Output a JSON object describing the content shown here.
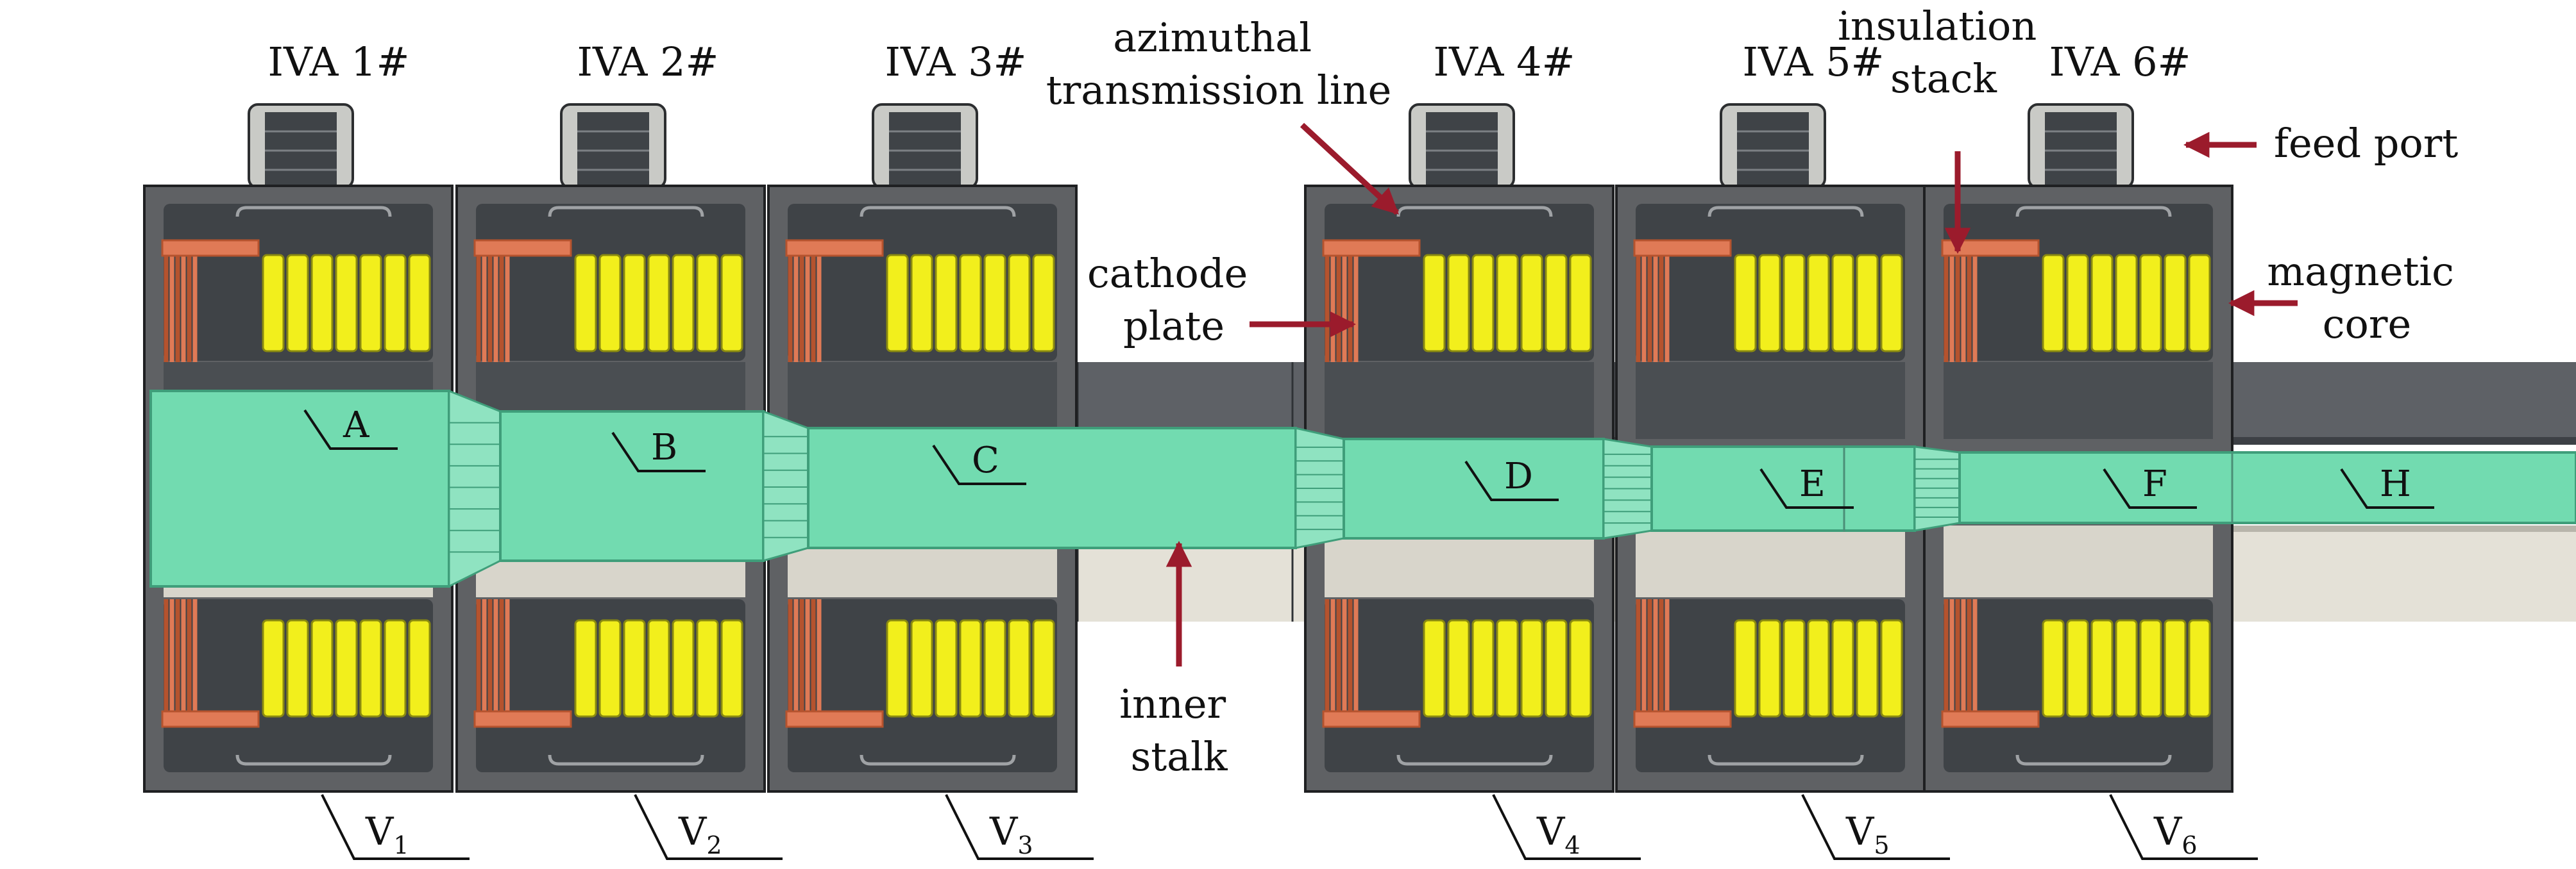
{
  "modules": [
    {
      "label": "IVA 1#",
      "voltage": "V",
      "voltage_sub": "1"
    },
    {
      "label": "IVA 2#",
      "voltage": "V",
      "voltage_sub": "2"
    },
    {
      "label": "IVA 3#",
      "voltage": "V",
      "voltage_sub": "3"
    },
    {
      "label": "IVA 4#",
      "voltage": "V",
      "voltage_sub": "4"
    },
    {
      "label": "IVA 5#",
      "voltage": "V",
      "voltage_sub": "5"
    },
    {
      "label": "IVA 6#",
      "voltage": "V",
      "voltage_sub": "6"
    }
  ],
  "segments": [
    "A",
    "B",
    "C",
    "D",
    "E",
    "F",
    "H"
  ],
  "annotations": {
    "azimuthal_line": [
      "azimuthal",
      "transmission line"
    ],
    "insulation_stack": [
      "insulation",
      "stack"
    ],
    "feed_port": [
      "feed port"
    ],
    "cathode_plate": [
      "cathode",
      "plate"
    ],
    "magnetic_core": [
      "magnetic",
      "core"
    ],
    "inner_stalk": [
      "inner",
      "stalk"
    ]
  },
  "colors": {
    "housing": "#5f6164",
    "housing_light": "#c9cac6",
    "cavity": "#3f4347",
    "insulator": "#b5532e",
    "insulator_light": "#e07a56",
    "core": "#f2ef1c",
    "core_edge": "#8a8a10",
    "stalk": "#72dbb0",
    "stalk_edge": "#3f9e7a",
    "bore_dark": "#5e6166",
    "bore_light": "#e4e1d7",
    "arrow": "#9b1b2c"
  }
}
